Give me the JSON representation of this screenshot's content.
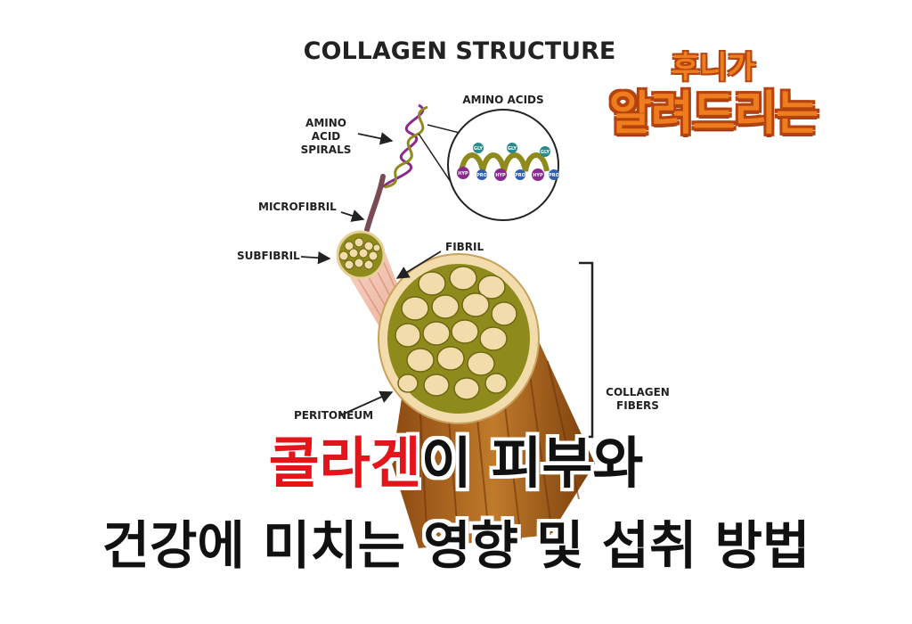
{
  "diagram": {
    "title": "COLLAGEN STRUCTURE",
    "labels": {
      "amino_acid_spirals": [
        "AMINO",
        "ACID",
        "SPIRALS"
      ],
      "amino_acids": "AMINO ACIDS",
      "microfibril": "MICROFIBRIL",
      "subfibril": "SUBFIBRIL",
      "fibril": "FIBRIL",
      "peritoneum": "PERITONEUM",
      "collagen_fibers": [
        "COLLAGEN",
        "FIBERS"
      ]
    },
    "amino_tags": {
      "gly": "GLY",
      "hyp": "HYP",
      "pro": "PRO"
    }
  },
  "badge": {
    "line1": "후니가",
    "line2": "알려드리는"
  },
  "headline": {
    "line1_highlight": "콜라겐",
    "line1_rest": "이 피부와",
    "line2": "건강에 미치는 영향 및 섭취 방법"
  },
  "colors": {
    "accent_red": "#e3151a",
    "badge_orange": "#ef7d1e",
    "fiber_olive": "#8f8a1c",
    "fiber_cream": "#f3dcab",
    "fiber_brown": "#a8621f",
    "amino_purple": "#8a2a8f",
    "amino_blue": "#2f5fb5",
    "amino_teal": "#2b8b8b"
  }
}
